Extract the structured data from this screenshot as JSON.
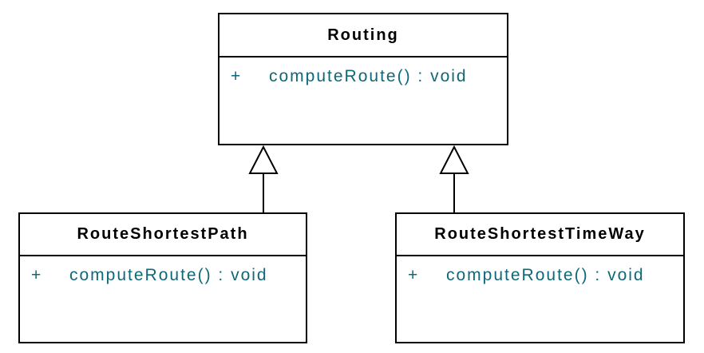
{
  "diagram": {
    "kind": "uml-class-diagram",
    "colors": {
      "background": "#ffffff",
      "border": "#000000",
      "class_name_text": "#000000",
      "member_text": "#0e6879"
    },
    "classes": [
      {
        "id": "routing",
        "name": "Routing",
        "methods": [
          {
            "visibility": "+",
            "signature": "computeRoute() : void"
          }
        ]
      },
      {
        "id": "route-shortest-path",
        "name": "RouteShortestPath",
        "methods": [
          {
            "visibility": "+",
            "signature": "computeRoute() : void"
          }
        ]
      },
      {
        "id": "route-shortest-time-way",
        "name": "RouteShortestTimeWay",
        "methods": [
          {
            "visibility": "+",
            "signature": "computeRoute() : void"
          }
        ]
      }
    ],
    "relationships": [
      {
        "type": "generalization",
        "from": "RouteShortestPath",
        "to": "Routing"
      },
      {
        "type": "generalization",
        "from": "RouteShortestTimeWay",
        "to": "Routing"
      }
    ]
  }
}
